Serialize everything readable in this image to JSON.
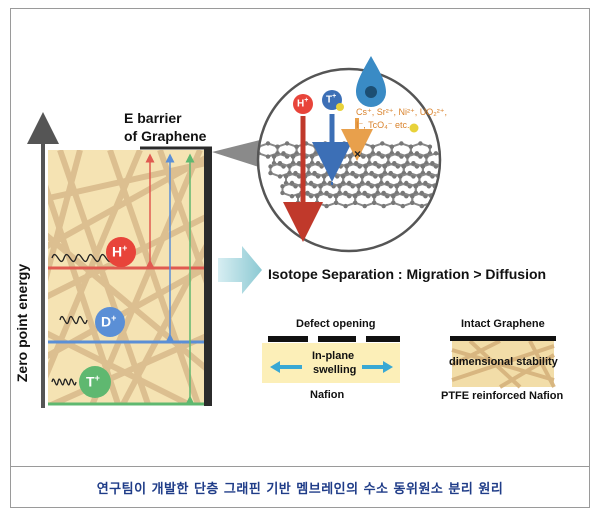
{
  "diagram": {
    "yaxis_label": "Zero point energy",
    "barrier_title_line1": "E barrier",
    "barrier_title_line2": "of Graphene",
    "isotopes": {
      "h": "H",
      "d": "D",
      "t": "T",
      "sup": "+"
    },
    "zoom_ions": {
      "line1": "Cs⁺, Sr²⁺, Ni²⁺, UO₂²⁺,",
      "line2": "I⁻, TcO₄⁻ etc."
    },
    "headline": "Isotope Separation : Migration > Diffusion",
    "defect_title": "Defect opening",
    "inplane_line1": "In-plane",
    "inplane_line2": "swelling",
    "nafion_label": "Nafion",
    "intact_title": "Intact Graphene",
    "dimensional_label": "dimensional stability",
    "ptfe_label": "PTFE reinforced Nafion",
    "caption": "연구팀이 개발한 단층 그래핀 기반 멤브레인의 수소 동위원소 분리 원리"
  },
  "colors": {
    "h_circle": "#e8443a",
    "d_circle": "#5b8fd6",
    "t_circle": "#5fb870",
    "h_line": "#e05a50",
    "d_line": "#5b8fd6",
    "t_line": "#5fb870",
    "membrane_bg": "#f5e3b3",
    "fiber": "#d8b98a",
    "caption_text": "#1f3c88",
    "barrier_ion_arrow": "#e8a04c"
  }
}
